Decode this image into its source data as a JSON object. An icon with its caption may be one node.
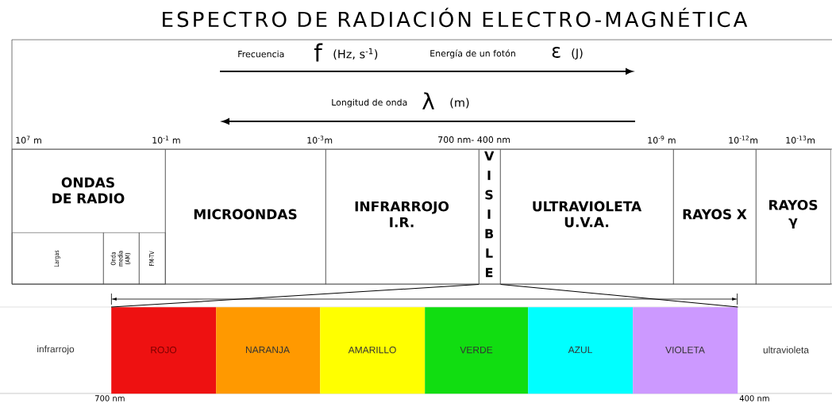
{
  "diagram": {
    "title": "ESPECTRO DE RADIACIÓN ELECTRO-MAGNÉTICA",
    "nodes": [
      {
        "text": [
          "ONDAS DE RADIO"
        ]
      },
      {
        "text": [
          "Largas"
        ],
        "in": 0
      },
      {
        "text": [
          "Onda media (AM)"
        ],
        "in": 0
      },
      {
        "text": [
          "FM-TV"
        ],
        "in": 0
      },
      {
        "text": [
          "MICROONDAS"
        ]
      },
      {
        "text": [
          "INFRARROJO",
          "I.R."
        ]
      },
      {
        "text": [
          "VISIBLE"
        ]
      },
      {
        "text": [
          "ULTRAVIOLETA",
          "U.V.A."
        ]
      },
      {
        "text": [
          "RAYOS X"
        ]
      },
      {
        "text": [
          "RAYOS γ"
        ]
      },
      {
        "text": [
          "infrarrojo"
        ]
      },
      {
        "text": [
          "ROJO"
        ]
      },
      {
        "text": [
          "NARANJA"
        ]
      },
      {
        "text": [
          "AMARILLO"
        ]
      },
      {
        "text": [
          "VERDE"
        ]
      },
      {
        "text": [
          "AZUL"
        ]
      },
      {
        "text": [
          "VIOLETA"
        ]
      },
      {
        "text": [
          "ultravioleta"
        ]
      }
    ],
    "edges": [
      {
        "from": 6,
        "to": 11,
        "arrow": "none"
      },
      {
        "from": 6,
        "to": 16,
        "arrow": "none"
      }
    ],
    "labels": [
      "Frecuencia",
      "f",
      "(Hz, s$^{-1}$)",
      "Energía de un fotón",
      "ε",
      "(J)",
      "Longitud de onda",
      "λ",
      "(m)",
      "10$^{7}$ m",
      "10$^{-1}$ m",
      "10$^{-3}$m",
      "700 nm- 400 nm",
      "10$^{-9}$ m",
      "10$^{-12}$m",
      "10$^{-13}$m",
      "700 nm",
      "400 nm"
    ]
  }
}
